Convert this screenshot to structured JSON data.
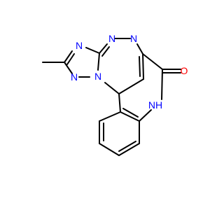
{
  "molecule": {
    "atom_labels": {
      "n_top_left": "N",
      "n_top_mid": "N",
      "n_top_right": "N",
      "n_ring_left": "N",
      "n_ring_center": "N",
      "nh": "NH",
      "o": "O"
    },
    "colors": {
      "bond": "#000000",
      "nitrogen": "#0000ff",
      "oxygen": "#ff0000",
      "background": "#ffffff"
    }
  }
}
